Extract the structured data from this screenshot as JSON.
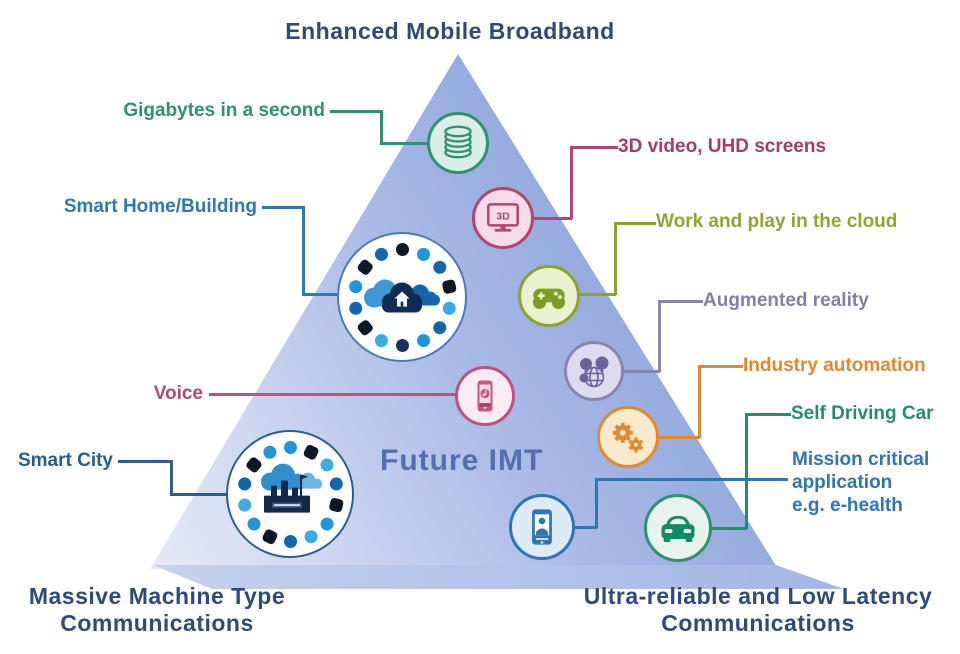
{
  "diagram": {
    "title": "Enhanced Mobile Broadband",
    "center_label": "Future IMT",
    "bottom_left": {
      "line1": "Massive Machine Type",
      "line2": "Communications"
    },
    "bottom_right": {
      "line1": "Ultra-reliable and Low Latency",
      "line2": "Communications"
    },
    "triangle_colors": {
      "light": "#f5f6fb",
      "mid": "#a8b9e5",
      "dark": "#7591d4"
    },
    "callouts": {
      "gigabytes": {
        "label": "Gigabytes in a second",
        "color": "#2e9170",
        "icon": "database-icon"
      },
      "video_3d": {
        "label": "3D video, UHD screens",
        "color": "#b5446e",
        "icon": "tv-3d-icon",
        "icon_text": "3D"
      },
      "smart_home": {
        "label": "Smart Home/Building",
        "color": "#3077b6",
        "icon": "smart-home-cloud-icon"
      },
      "work_play_cloud": {
        "label": "Work and play in the cloud",
        "color": "#8fa432",
        "icon": "game-controller-icon"
      },
      "augmented_reality": {
        "label": "Augmented reality",
        "color": "#8280a5",
        "icon": "ar-globe-icon"
      },
      "voice": {
        "label": "Voice",
        "color": "#b04a72",
        "icon": "voice-phone-icon"
      },
      "industry_automation": {
        "label": "Industry automation",
        "color": "#e0892e",
        "icon": "gears-icon"
      },
      "smart_city": {
        "label": "Smart City",
        "color": "#255d92",
        "icon": "smart-city-cloud-icon"
      },
      "self_driving": {
        "label": "Self Driving Car",
        "color": "#2a8a70",
        "icon": "car-icon"
      },
      "mission_critical": {
        "lines": [
          "Mission critical",
          "application",
          "e.g. e-health"
        ],
        "color": "#2f74b5",
        "icon": "ehealth-phone-icon"
      }
    }
  }
}
